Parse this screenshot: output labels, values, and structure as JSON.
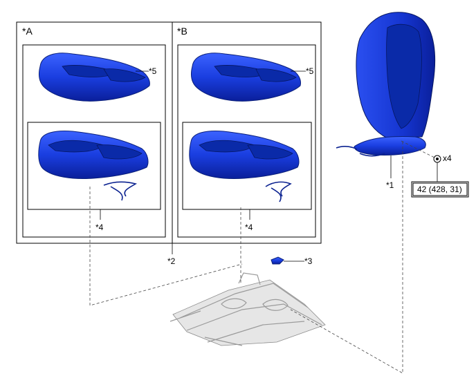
{
  "labels": {
    "view_a": "*A",
    "view_b": "*B",
    "part_1": "*1",
    "part_2": "*2",
    "part_3": "*3",
    "part_4a": "*4",
    "part_4b": "*4",
    "part_5a": "*5",
    "part_5b": "*5",
    "bolt_qty": "x4",
    "torque": "42 (428, 31)"
  },
  "colors": {
    "part_blue": "#1a3ee0",
    "part_blue_dark": "#0a1f9a",
    "frame_gray": "#9a9a9a"
  }
}
